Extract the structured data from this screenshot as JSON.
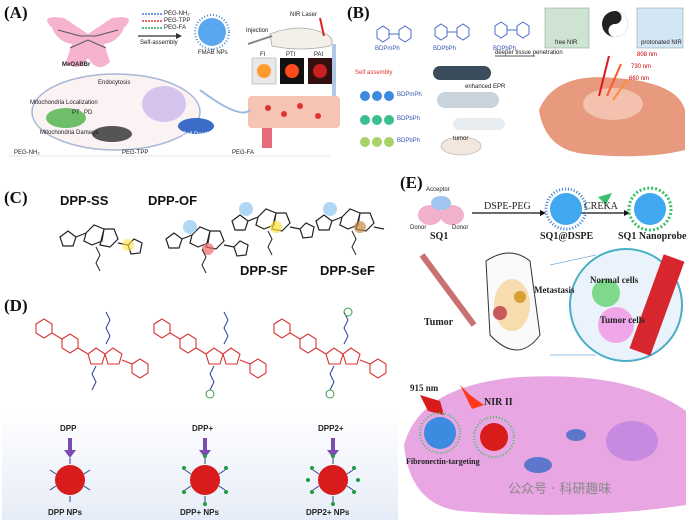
{
  "panels": {
    "a": {
      "label": "(A)",
      "meoabbr": "MeOABBr",
      "self_assembly": "Self-assembly",
      "legend": [
        "PEG-NH₂",
        "PEG-TPP",
        "PEG-FA"
      ],
      "nps": "FMAB NPs",
      "injection": "Injection",
      "laser": "NIR Laser",
      "imaging": [
        "FI",
        "PTI",
        "PAI"
      ],
      "cell_labels": [
        "Endocytosis",
        "Mitochondria Localization",
        "Mitochondria Damage",
        "Cell Death",
        "PT",
        "PD"
      ],
      "bottom_labels": [
        "PEG-NH₂",
        "PEG-TPP",
        "PEG-FA"
      ]
    },
    "b": {
      "label": "(B)",
      "mol_labels": [
        "BDPmPh",
        "BDPbPh",
        "BDPbPh"
      ],
      "deeper": "deeper tissue penetration",
      "self_assembly": "Self assembly",
      "enhanced": "enhanced EPR",
      "np_labels": [
        "BDPmPh",
        "BDPbPh",
        "BDPbPh"
      ],
      "tumor": "tumor",
      "wavelengths": [
        "808 nm",
        "730 nm",
        "660 nm"
      ],
      "box_labels": [
        "free NIR",
        "protonated NIR"
      ]
    },
    "c": {
      "label": "(C)",
      "names": [
        "DPP-SS",
        "DPP-OF",
        "DPP-SF",
        "DPP-SeF"
      ]
    },
    "d": {
      "label": "(D)",
      "names": [
        "DPP",
        "DPP+",
        "DPP2+"
      ],
      "np_names": [
        "DPP NPs",
        "DPP+ NPs",
        "DPP2+ NPs"
      ]
    },
    "e": {
      "label": "(E)",
      "acceptor": "Acceptor",
      "donor_left": "Donor",
      "donor_right": "Donor",
      "sq1": "SQ1",
      "dspe_peg": "DSPE-PEG",
      "sq1_dspe": "SQ1@DSPE",
      "creka": "CREKA",
      "nanoprobe": "SQ1 Nanoprobe",
      "metastasis": "Metastasis",
      "tumor": "Tumor",
      "normal_cells": "Normal cells",
      "tumor_cells": "Tumor cells",
      "wavelength": "915 nm",
      "nir": "NIR II",
      "targeting": "Fibronectin-targeting"
    }
  },
  "watermark": "公众号 · 科研趣味",
  "colors": {
    "dpp_red": "#d8302e",
    "pink_cell": "#e8a6e2",
    "np_red": "#d81b1b",
    "blue_np": "#3c8be0",
    "green_np": "#3bbf8c"
  }
}
